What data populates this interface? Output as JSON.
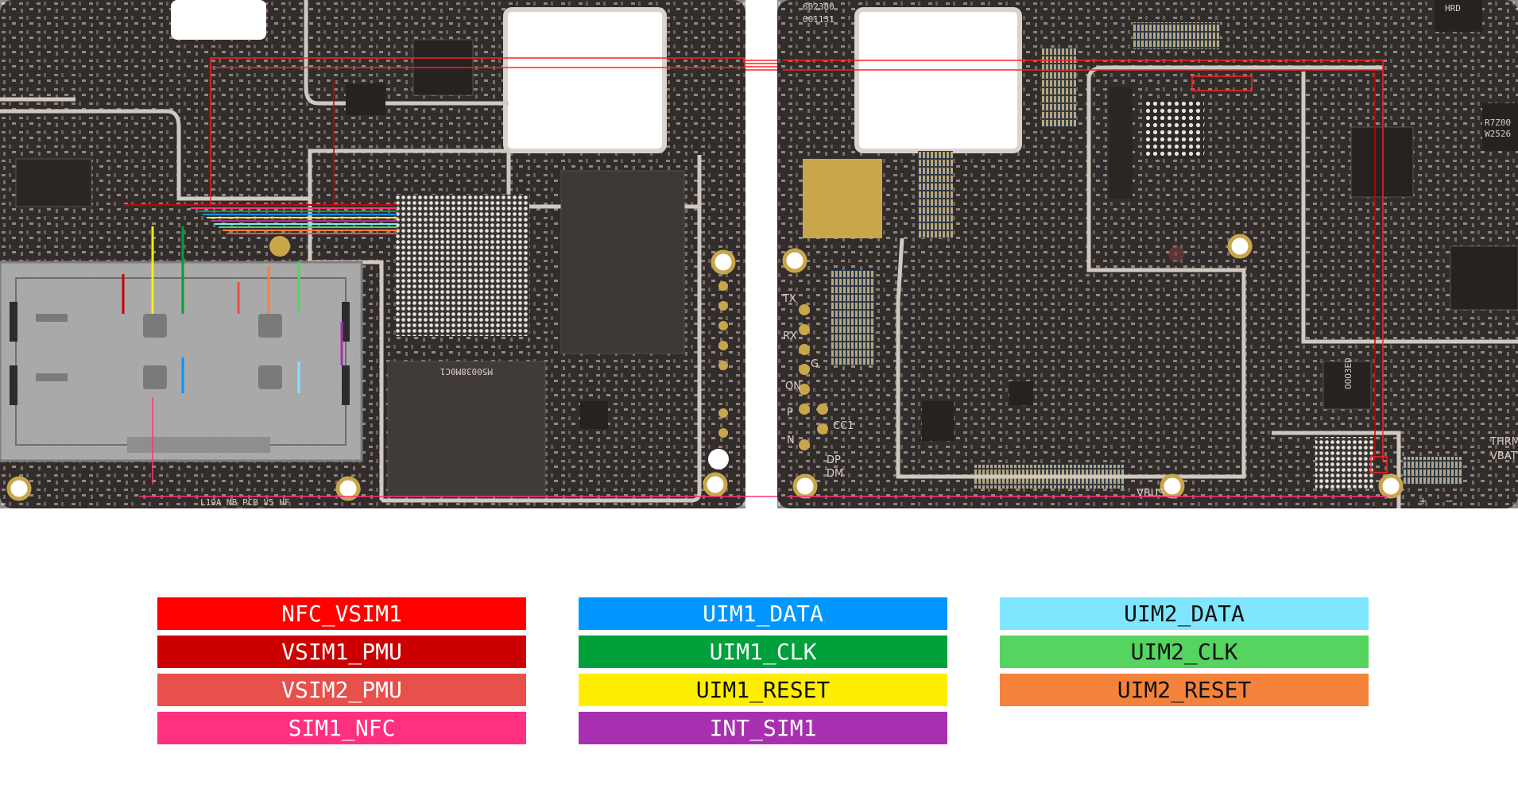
{
  "board": {
    "pcb_label": "L19A_MB_PCB_V5 HF",
    "chip_code_1": "602380",
    "chip_code_2": "001131",
    "chip_code_3": "R7Z00",
    "chip_code_4": "W2526",
    "chip_code_5": "OOO3ED",
    "chip_code_6": "HRD",
    "test_points": [
      "TX",
      "RX",
      "G",
      "ON",
      "P",
      "CC1",
      "N",
      "DP",
      "DM",
      "VBUS",
      "THRM",
      "VBAT",
      "+",
      "−"
    ]
  },
  "legend": [
    {
      "label": "NFC_VSIM1",
      "color": "#ff0000",
      "text_color": "#ffffff"
    },
    {
      "label": "VSIM1_PMU",
      "color": "#cc0000",
      "text_color": "#ffffff"
    },
    {
      "label": "VSIM2_PMU",
      "color": "#e8504c",
      "text_color": "#ffffff"
    },
    {
      "label": "SIM1_NFC",
      "color": "#ff3080",
      "text_color": "#ffffff"
    },
    {
      "label": "UIM1_DATA",
      "color": "#0096ff",
      "text_color": "#ffffff"
    },
    {
      "label": "UIM1_CLK",
      "color": "#00a03a",
      "text_color": "#ffffff"
    },
    {
      "label": "UIM1_RESET",
      "color": "#ffee00",
      "text_color": "#111111"
    },
    {
      "label": "INT_SIM1",
      "color": "#a830b0",
      "text_color": "#ffffff"
    },
    {
      "label": "UIM2_DATA",
      "color": "#80e6ff",
      "text_color": "#111111"
    },
    {
      "label": "UIM2_CLK",
      "color": "#55d460",
      "text_color": "#111111"
    },
    {
      "label": "UIM2_RESET",
      "color": "#f4823a",
      "text_color": "#111111"
    }
  ]
}
